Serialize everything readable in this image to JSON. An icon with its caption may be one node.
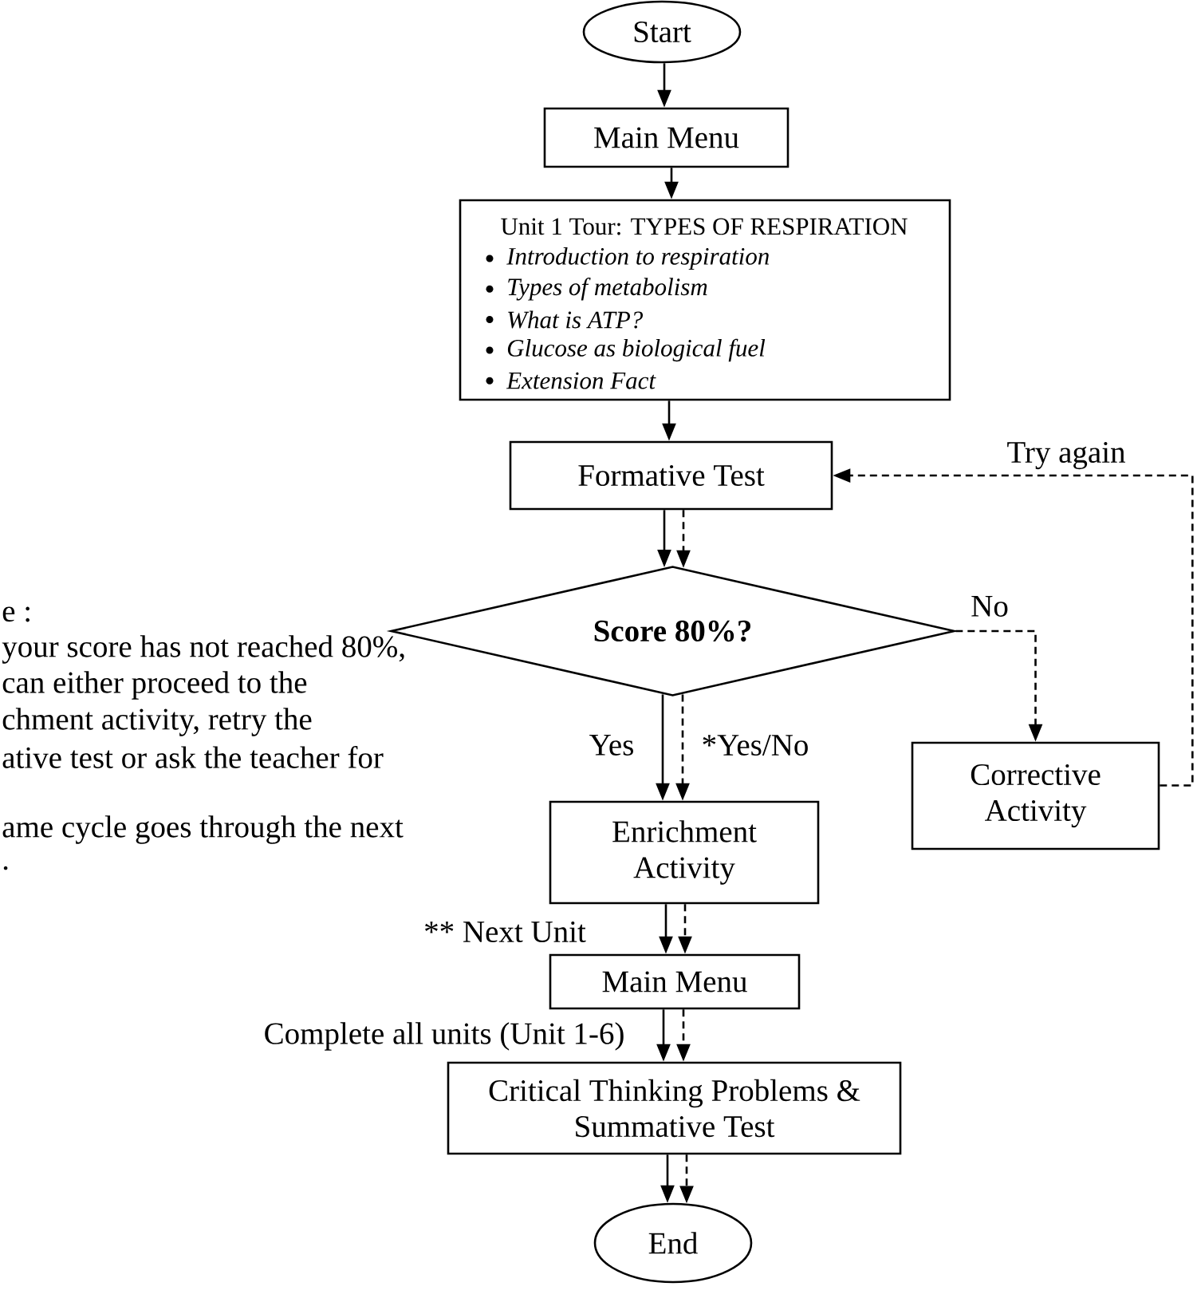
{
  "diagram": {
    "nodes": [
      {
        "text": [
          "Start"
        ]
      },
      {
        "text": [
          "Main Menu"
        ]
      },
      {
        "text": [
          "Unit 1 Tour: TYPES OF RESPIRATION",
          "Introduction to respiration",
          "Types of metabolism",
          "What is ATP?",
          "Glucose as biological fuel",
          "Extension Fact"
        ]
      },
      {
        "text": [
          "Formative Test"
        ]
      },
      {
        "text": [
          "Score 80%?"
        ]
      },
      {
        "text": [
          "Corrective Activity"
        ]
      },
      {
        "text": [
          "Enrichment Activity"
        ]
      },
      {
        "text": [
          "Main Menu"
        ]
      },
      {
        "text": [
          "Critical Thinking Problems & Summative Test"
        ]
      },
      {
        "text": [
          "End"
        ]
      }
    ],
    "edges": [
      {
        "from": 0,
        "to": 1,
        "arrow": "to"
      },
      {
        "from": 1,
        "to": 2,
        "arrow": "to"
      },
      {
        "from": 2,
        "to": 3,
        "arrow": "to"
      },
      {
        "from": 3,
        "to": 4,
        "arrow": "to"
      },
      {
        "from": 3,
        "to": 4,
        "arrow": "to",
        "style": "dashed"
      },
      {
        "from": 4,
        "to": 5,
        "arrow": "to",
        "style": "dashed",
        "label": "No"
      },
      {
        "from": 5,
        "to": 3,
        "arrow": "to",
        "style": "dashed",
        "label": "Try again"
      },
      {
        "from": 4,
        "to": 6,
        "arrow": "to",
        "label": "Yes"
      },
      {
        "from": 4,
        "to": 6,
        "arrow": "to",
        "style": "dashed",
        "label": "*Yes/No"
      },
      {
        "from": 6,
        "to": 7,
        "arrow": "to",
        "label": "** Next Unit"
      },
      {
        "from": 6,
        "to": 7,
        "arrow": "to",
        "style": "dashed"
      },
      {
        "from": 7,
        "to": 8,
        "arrow": "to",
        "label": "Complete all units (Unit 1-6)"
      },
      {
        "from": 7,
        "to": 8,
        "arrow": "to",
        "style": "dashed"
      },
      {
        "from": 8,
        "to": 9,
        "arrow": "to"
      },
      {
        "from": 8,
        "to": 9,
        "arrow": "to",
        "style": "dashed"
      }
    ],
    "labels": [
      "e :",
      "your score has not reached 80%,",
      "can either proceed to the",
      "chment activity, retry the",
      "ative test or ask the teacher for",
      "ame cycle goes through the next",
      "."
    ]
  }
}
